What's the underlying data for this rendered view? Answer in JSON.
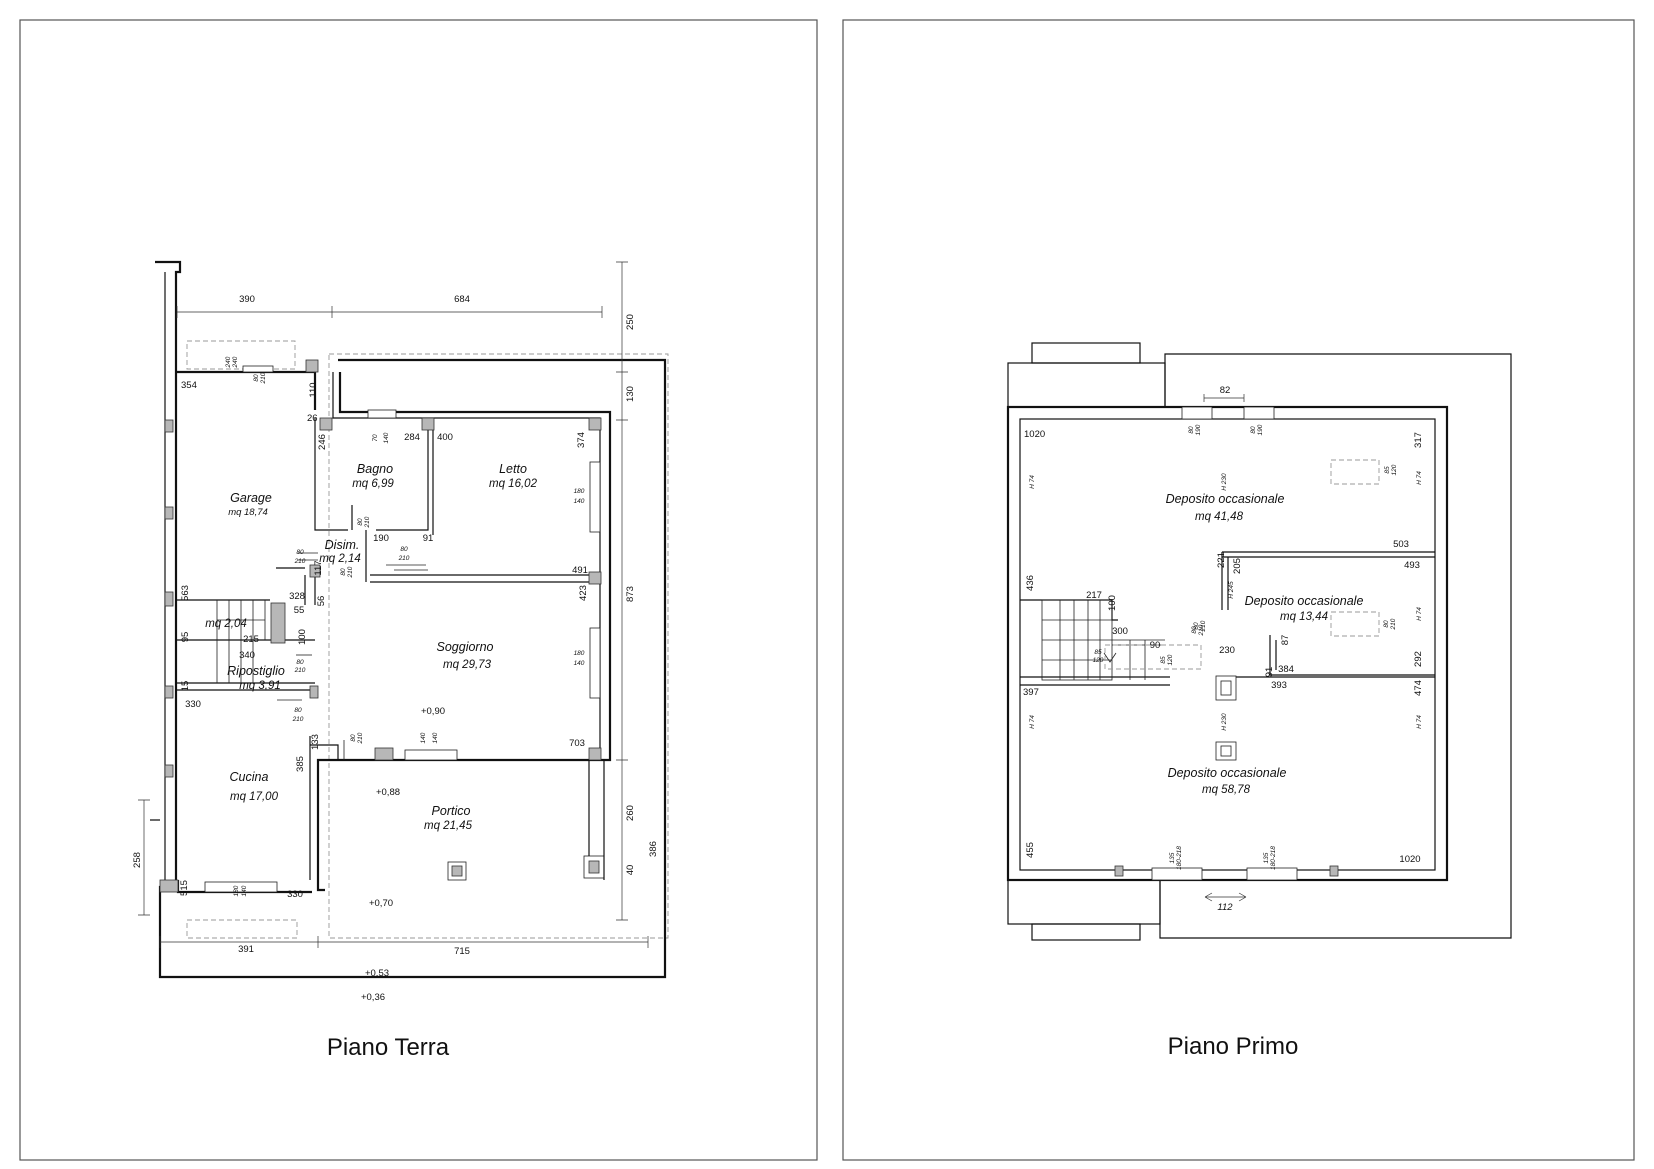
{
  "titles": {
    "ground": "Piano Terra",
    "first": "Piano Primo"
  },
  "ground": {
    "rooms": [
      {
        "name": "Garage",
        "area": "mq 18,74"
      },
      {
        "name": "Bagno",
        "area": "mq 6,99"
      },
      {
        "name": "Letto",
        "area": "mq 16,02"
      },
      {
        "name": "Disim.",
        "area": "mq 2,14"
      },
      {
        "name": "Soggiorno",
        "area": "mq 29,73"
      },
      {
        "name": "Ripostiglio",
        "area": "mq 3,91"
      },
      {
        "name": "",
        "area": "mq 2,04"
      },
      {
        "name": "Cucina",
        "area": "mq 17,00"
      },
      {
        "name": "Portico",
        "area": "mq 21,45"
      }
    ],
    "dims": [
      "390",
      "684",
      "250",
      "130",
      "110",
      "354",
      "26",
      "246",
      "284",
      "400",
      "374",
      "873",
      "190",
      "91",
      "117",
      "491",
      "423",
      "563",
      "328",
      "55",
      "56",
      "95",
      "215",
      "100",
      "340",
      "15",
      "330",
      "133",
      "385",
      "703",
      "260",
      "40",
      "386",
      "258",
      "515",
      "330",
      "391",
      "715"
    ],
    "openings": [
      "240",
      "240",
      "80",
      "210",
      "70",
      "140",
      "180",
      "140",
      "80",
      "210",
      "80",
      "210",
      "80",
      "210",
      "80",
      "210",
      "180",
      "140",
      "80",
      "210",
      "80",
      "210",
      "80",
      "210",
      "140",
      "140",
      "180",
      "140"
    ],
    "levels": [
      "+0,90",
      "+0,88",
      "+0,70",
      "+0,53",
      "+0,36"
    ]
  },
  "first": {
    "rooms": [
      {
        "name": "Deposito occasionale",
        "area": "mq 41,48"
      },
      {
        "name": "Deposito occasionale",
        "area": "mq 13,44"
      },
      {
        "name": "Deposito occasionale",
        "area": "mq 58,78"
      }
    ],
    "dims": [
      "82",
      "1020",
      "317",
      "503",
      "221",
      "205",
      "493",
      "436",
      "217",
      "100",
      "300",
      "90",
      "230",
      "87",
      "91",
      "384",
      "393",
      "292",
      "397",
      "474",
      "455",
      "1020",
      "112"
    ],
    "heights": [
      "H 74",
      "H 230",
      "H 74",
      "H 245",
      "H 74",
      "H 230",
      "H 74",
      "H 74"
    ],
    "openings": [
      "80",
      "190",
      "80",
      "190",
      "85",
      "120",
      "80",
      "210",
      "80",
      "210",
      "85",
      "120",
      "85",
      "120",
      "80",
      "210",
      "135",
      "180-218",
      "135",
      "180-218"
    ]
  }
}
